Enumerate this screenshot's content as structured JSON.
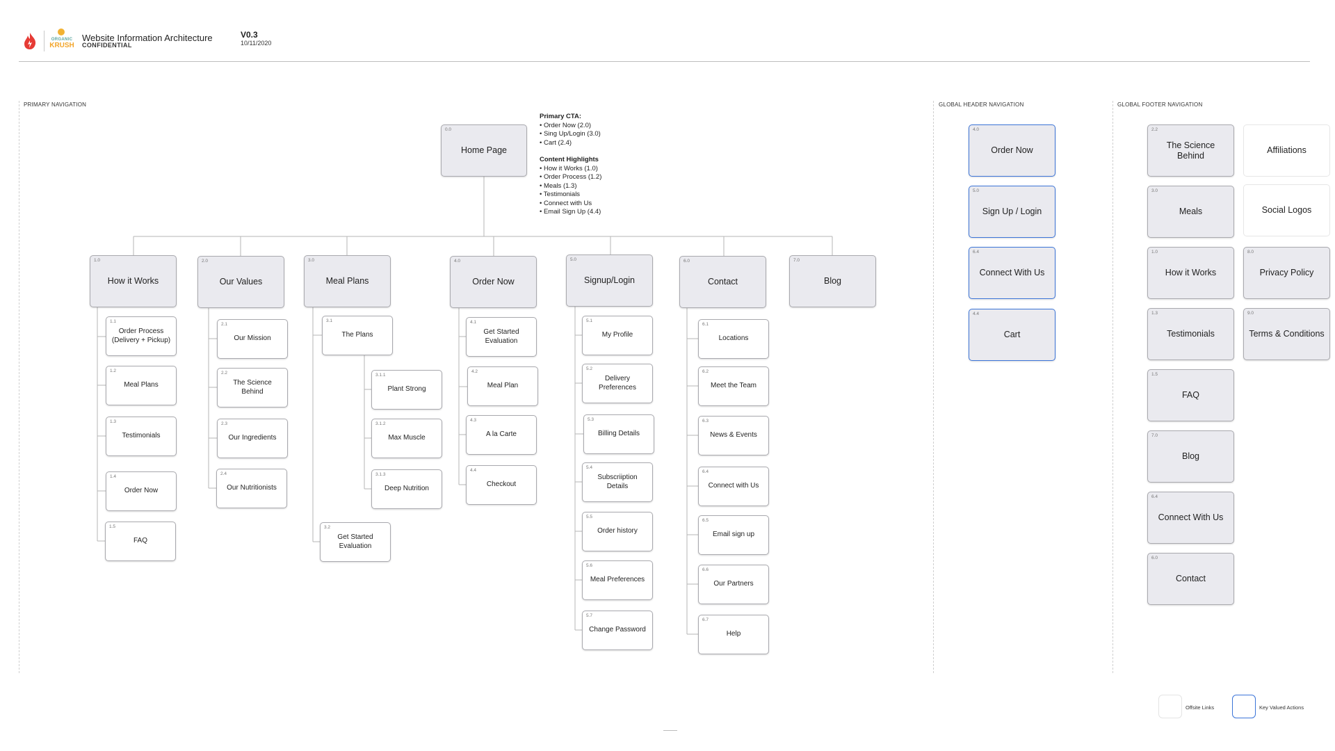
{
  "header": {
    "logo_top": "ORGANIC",
    "logo_bottom": "KRUSH",
    "title": "Website Information Architecture",
    "confidential": "CONFIDENTIAL",
    "version": "V0.3",
    "date": "10/11/2020"
  },
  "sections": {
    "primary": "PRIMARY NAVIGATION",
    "header_nav": "GLOBAL HEADER NAVIGATION",
    "footer_nav": "GLOBAL FOOTER NAVIGATION"
  },
  "home": {
    "num": "0.0",
    "label": "Home Page"
  },
  "notes": {
    "cta_title": "Primary CTA:",
    "cta_items": [
      "• Order Now (2.0)",
      "• Sing Up/Login (3.0)",
      "• Cart (2.4)"
    ],
    "content_title": "Content Highlights",
    "content_items": [
      "• How it Works (1.0)",
      "• Order Process (1.2)",
      "• Meals (1.3)",
      "• Testimonials",
      "• Connect with Us",
      "• Email Sign Up (4.4)"
    ]
  },
  "primary": [
    {
      "num": "1.0",
      "label": "How it Works",
      "children": [
        {
          "num": "1.1",
          "label": "Order Process (Delivery + Pickup)"
        },
        {
          "num": "1.2",
          "label": "Meal Plans"
        },
        {
          "num": "1.3",
          "label": "Testimonials"
        },
        {
          "num": "1.4",
          "label": "Order Now"
        },
        {
          "num": "1.5",
          "label": "FAQ"
        }
      ]
    },
    {
      "num": "2.0",
      "label": "Our Values",
      "children": [
        {
          "num": "2.1",
          "label": "Our Mission"
        },
        {
          "num": "2.2",
          "label": "The Science Behind"
        },
        {
          "num": "2.3",
          "label": "Our Ingredients"
        },
        {
          "num": "2.4",
          "label": "Our Nutritionists"
        }
      ]
    },
    {
      "num": "3.0",
      "label": "Meal Plans",
      "children": [
        {
          "num": "3.1",
          "label": "The Plans",
          "children": [
            {
              "num": "3.1.1",
              "label": "Plant Strong"
            },
            {
              "num": "3.1.2",
              "label": "Max Muscle"
            },
            {
              "num": "3.1.3",
              "label": "Deep Nutrition"
            }
          ]
        },
        {
          "num": "3.2",
          "label": "Get Started Evaluation"
        }
      ]
    },
    {
      "num": "4.0",
      "label": "Order Now",
      "children": [
        {
          "num": "4.1",
          "label": "Get Started Evaluation"
        },
        {
          "num": "4.2",
          "label": "Meal Plan"
        },
        {
          "num": "4.3",
          "label": "A la Carte"
        },
        {
          "num": "4.4",
          "label": "Checkout"
        }
      ]
    },
    {
      "num": "5.0",
      "label": "Signup/Login",
      "children": [
        {
          "num": "5.1",
          "label": "My Profile"
        },
        {
          "num": "5.2",
          "label": "Delivery Preferences"
        },
        {
          "num": "5.3",
          "label": "Billing Details"
        },
        {
          "num": "5.4",
          "label": "Subscriiption Details"
        },
        {
          "num": "5.5",
          "label": "Order history"
        },
        {
          "num": "5.6",
          "label": "Meal Preferences"
        },
        {
          "num": "5.7",
          "label": "Change Password"
        }
      ]
    },
    {
      "num": "6.0",
      "label": "Contact",
      "children": [
        {
          "num": "6.1",
          "label": "Locations"
        },
        {
          "num": "6.2",
          "label": "Meet the Team"
        },
        {
          "num": "6.3",
          "label": "News & Events"
        },
        {
          "num": "6.4",
          "label": "Connect with Us"
        },
        {
          "num": "6.5",
          "label": "Email sign up"
        },
        {
          "num": "6.6",
          "label": "Our Partners"
        },
        {
          "num": "6.7",
          "label": "Help"
        }
      ]
    },
    {
      "num": "7.0",
      "label": "Blog",
      "children": []
    }
  ],
  "header_nav": [
    {
      "num": "4.0",
      "label": "Order Now"
    },
    {
      "num": "5.0",
      "label": "Sign Up / Login"
    },
    {
      "num": "6.4",
      "label": "Connect With Us"
    },
    {
      "num": "4.4",
      "label": "Cart"
    }
  ],
  "footer_nav": {
    "col1": [
      {
        "num": "2.2",
        "label": "The Science Behind"
      },
      {
        "num": "3.0",
        "label": "Meals"
      },
      {
        "num": "1.0",
        "label": "How it Works"
      },
      {
        "num": "1.3",
        "label": "Testimonials"
      },
      {
        "num": "1.5",
        "label": "FAQ"
      },
      {
        "num": "7.0",
        "label": "Blog"
      },
      {
        "num": "6.4",
        "label": "Connect With Us"
      },
      {
        "num": "6.0",
        "label": "Contact"
      }
    ],
    "col2": [
      {
        "num": "",
        "label": "Affiliations"
      },
      {
        "num": "",
        "label": "Social Logos"
      },
      {
        "num": "8.0",
        "label": "Privacy Policy"
      },
      {
        "num": "9.0",
        "label": "Terms & Conditions"
      }
    ]
  },
  "legend": {
    "offsite": "Offsite Links",
    "key": "Key Valued Actions"
  },
  "colors": {
    "key_border": "#3b74d8",
    "box_fill": "#eaeaef",
    "box_border": "#a9a9ae",
    "line": "#b5b5b5"
  }
}
